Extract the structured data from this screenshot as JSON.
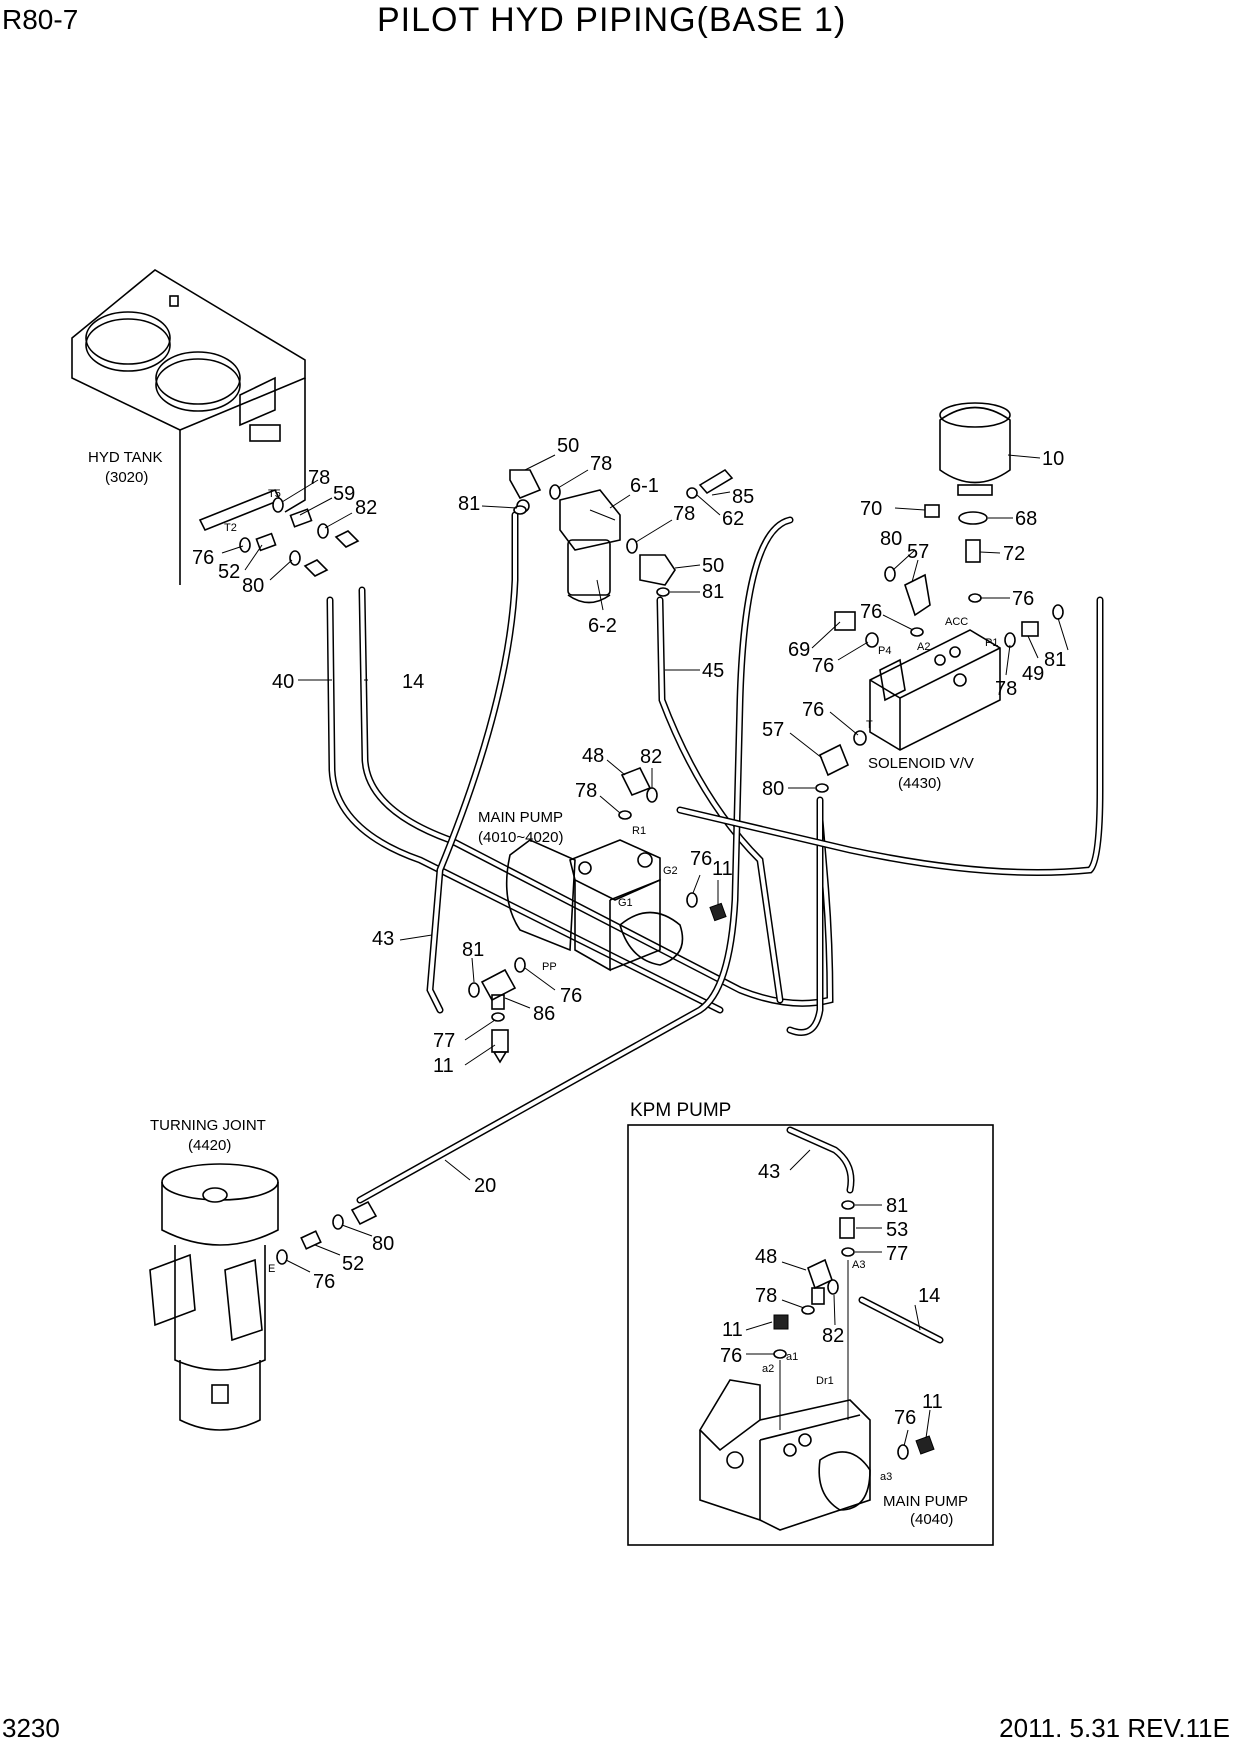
{
  "header": {
    "model": "R80-7",
    "title": "PILOT HYD PIPING(BASE 1)"
  },
  "footer": {
    "page_number": "3230",
    "revision": "2011. 5.31 REV.11E"
  },
  "assemblies": {
    "hyd_tank": {
      "name": "HYD TANK",
      "code": "(3020)"
    },
    "main_pump": {
      "name": "MAIN PUMP",
      "code": "(4010~4020)"
    },
    "solenoid_valve": {
      "name": "SOLENOID V/V",
      "code": "(4430)"
    },
    "turning_joint": {
      "name": "TURNING JOINT",
      "code": "(4420)"
    },
    "kpm_box": {
      "title": "KPM PUMP",
      "pump_name": "MAIN PUMP",
      "pump_code": "(4040)"
    }
  },
  "ports": {
    "t5": "T5",
    "t2": "T2",
    "r1": "R1",
    "g2": "G2",
    "g1": "G1",
    "pp": "PP",
    "acc": "ACC",
    "p4": "P4",
    "a2": "A2",
    "p1": "P1",
    "t": "T",
    "e": "E",
    "a3": "A3",
    "a2b": "a2",
    "a1": "a1",
    "dr1": "Dr1",
    "a3b": "a3"
  },
  "callouts": {
    "c50a": "50",
    "c78a": "78",
    "c61": "6-1",
    "c85": "85",
    "c81a": "81",
    "c62": "62",
    "c78b": "78",
    "c50b": "50",
    "c81b": "81",
    "c62b": "6-2",
    "c45": "45",
    "c78t": "78",
    "c59": "59",
    "c82t": "82",
    "c76t": "76",
    "c52t": "52",
    "c80t": "80",
    "c40": "40",
    "c14": "14",
    "c10": "10",
    "c70": "70",
    "c68": "68",
    "c80s": "80",
    "c57s": "57",
    "c72": "72",
    "c76s1": "76",
    "c76s2": "76",
    "c69": "69",
    "c76s3": "76",
    "c49": "49",
    "c81s": "81",
    "c78s": "78",
    "c76s4": "76",
    "c57b": "57",
    "c80b": "80",
    "c48": "48",
    "c82m": "82",
    "c78m": "78",
    "c76m": "76",
    "c11m": "11",
    "c43": "43",
    "c81m": "81",
    "c86": "86",
    "c76m2": "76",
    "c77": "77",
    "c11b": "11",
    "c20": "20",
    "c80j": "80",
    "c52j": "52",
    "c76j": "76",
    "k43": "43",
    "k81": "81",
    "k53": "53",
    "k77": "77",
    "k48": "48",
    "k14": "14",
    "k78": "78",
    "k82": "82",
    "k11": "11",
    "k76": "76",
    "k11b": "11",
    "k76b": "76"
  }
}
